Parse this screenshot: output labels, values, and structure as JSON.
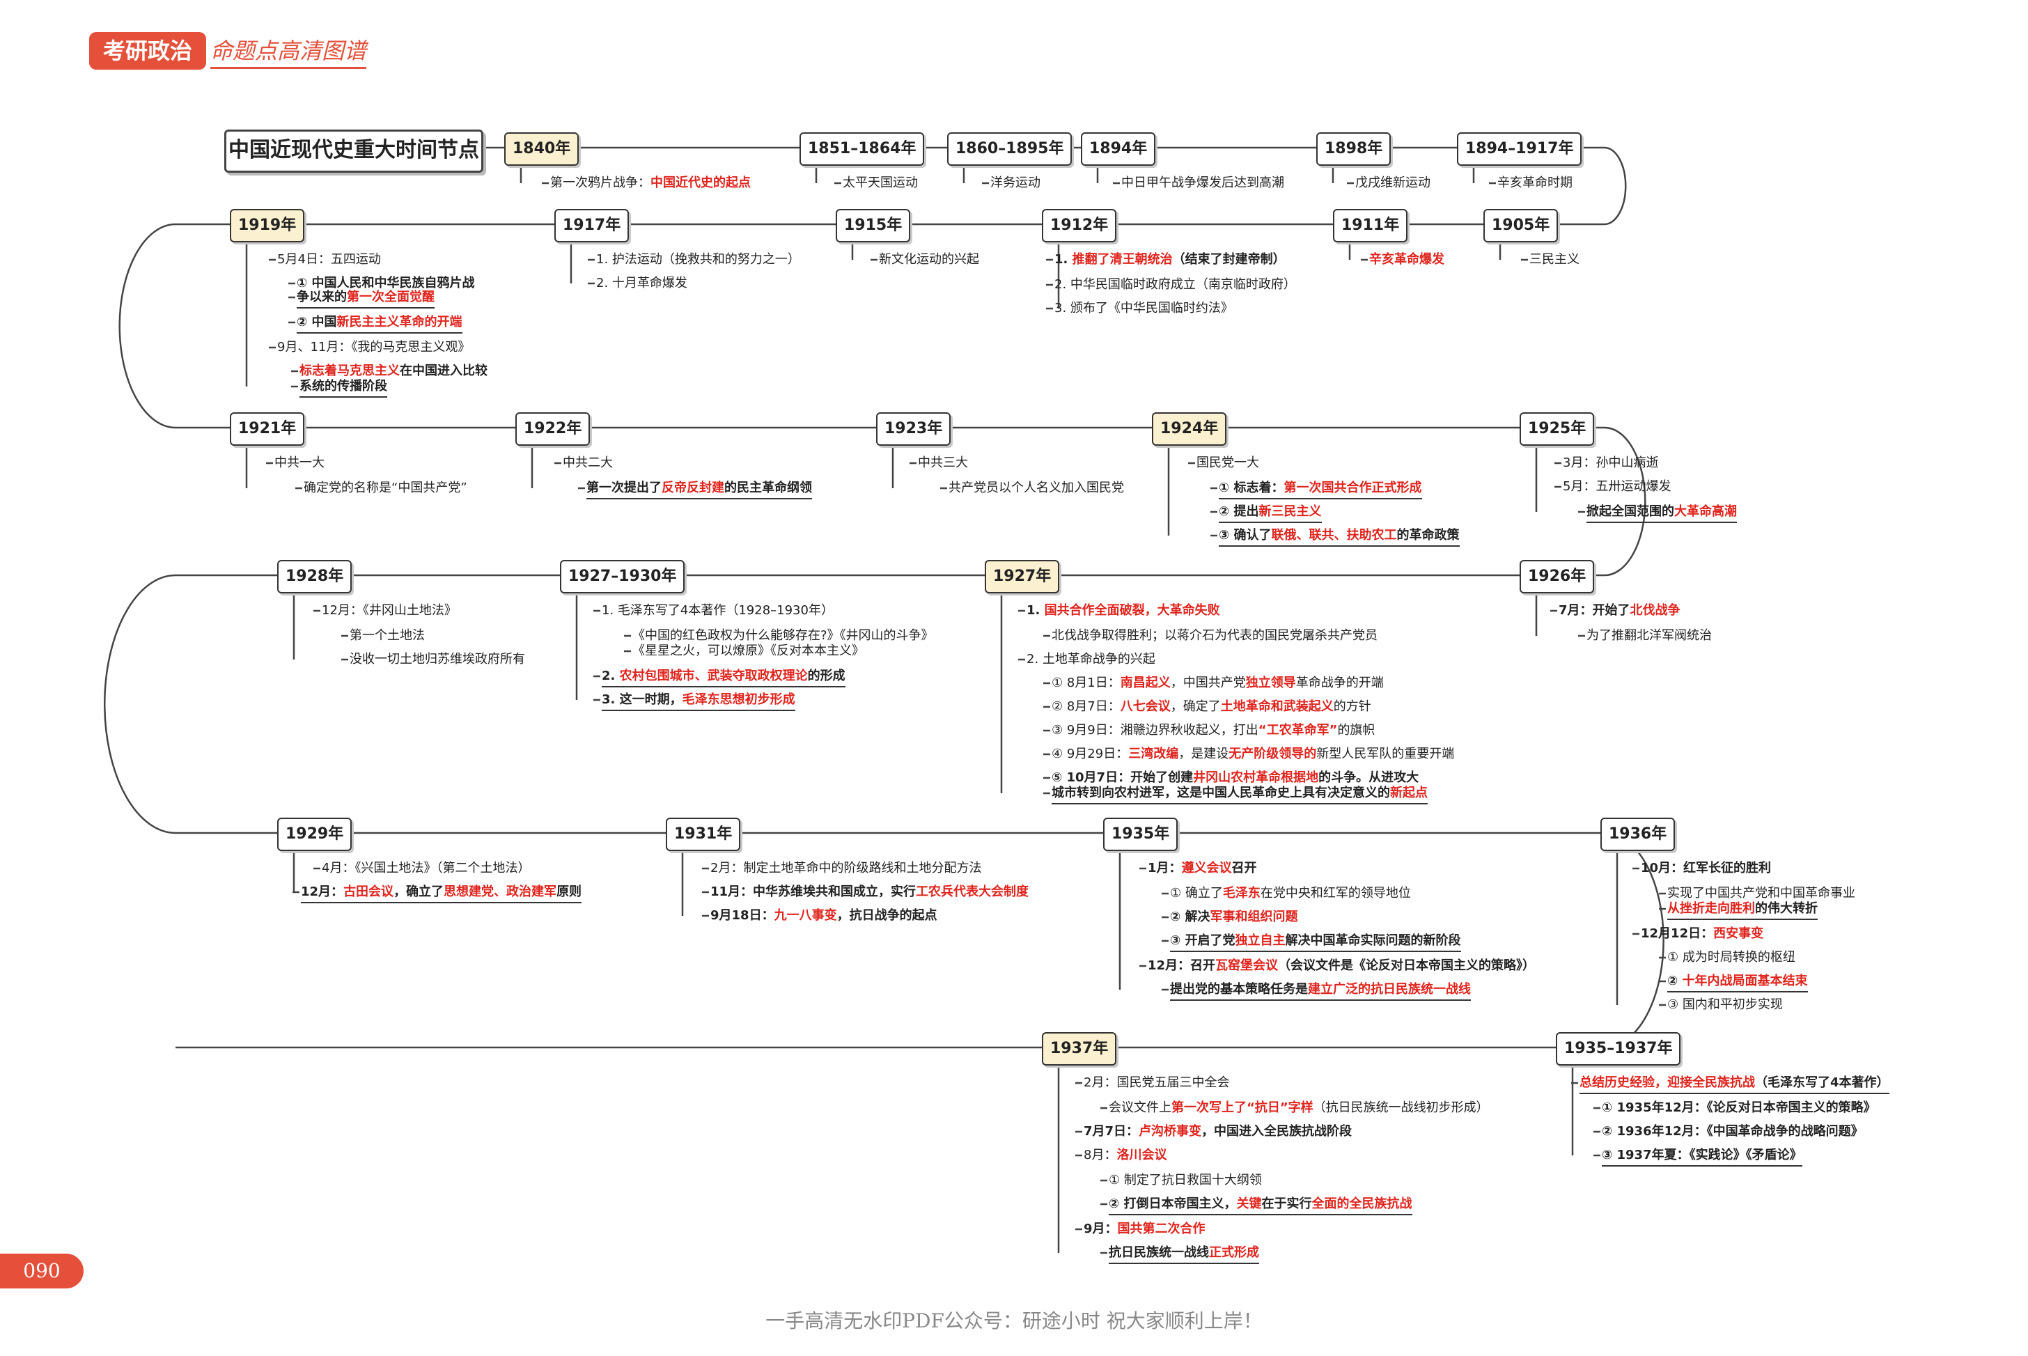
{
  "header": {
    "badge": "考研政治",
    "subtitle": "命题点高清图谱"
  },
  "title": "中国近现代史重大时间节点",
  "page_number": "090",
  "footer": "一手高清无水印PDF公众号：研途小时 祝大家顺利上岸！",
  "rows": [
    {
      "nodes": [
        {
          "year": "1840年",
          "lines": [
            "第一次鸦片战争：|中国近代史的起点"
          ]
        },
        {
          "year": "1851–1864年",
          "lines": [
            "太平天国运动"
          ]
        },
        {
          "year": "1860–1895年",
          "lines": [
            "洋务运动"
          ]
        },
        {
          "year": "1894年",
          "lines": [
            "中日甲午战争爆发后达到高潮"
          ]
        },
        {
          "year": "1898年",
          "lines": [
            "戊戌维新运动"
          ]
        },
        {
          "year": "1894–1917年",
          "lines": [
            "辛亥革命时期"
          ]
        }
      ]
    },
    {
      "nodes": [
        {
          "year": "1905年",
          "lines": [
            "三民主义"
          ]
        },
        {
          "year": "1911年",
          "lines": [
            "|辛亥革命爆发"
          ]
        },
        {
          "year": "1912年",
          "lines": [
            "1. |推翻了清王朝统治|（结束了封建帝制）",
            "2. 中华民国临时政府成立（南京临时政府）",
            "3. 颁布了《中华民国临时约法》"
          ]
        },
        {
          "year": "1915年",
          "lines": [
            "新文化运动的兴起"
          ]
        },
        {
          "year": "1917年",
          "lines": [
            "1. 护法运动（挽救共和的努力之一）",
            "2. 十月革命爆发"
          ]
        },
        {
          "year": "1919年",
          "lines": [
            "5月4日：五四运动",
            "① 中国人民和中华民族自鸦片战",
            "争以来的|第一次全面觉醒",
            "② 中国|新民主主义革命的开端",
            "9月、11月：《我的马克思主义观》",
            "|标志着马克思主义|在中国进入比较",
            "系统的传播阶段"
          ]
        }
      ]
    },
    {
      "nodes": [
        {
          "year": "1921年",
          "lines": [
            "中共一大",
            "确定党的名称是“中国共产党”"
          ]
        },
        {
          "year": "1922年",
          "lines": [
            "中共二大",
            "第一次提出了|反帝反封建|的民主革命纲领"
          ]
        },
        {
          "year": "1923年",
          "lines": [
            "中共三大",
            "共产党员以个人名义加入国民党"
          ]
        },
        {
          "year": "1924年",
          "lines": [
            "国民党一大",
            "① 标志着：|第一次国共合作正式形成",
            "② 提出|新三民主义",
            "③ 确认了|联俄、联共、扶助农工|的革命政策"
          ]
        },
        {
          "year": "1925年",
          "lines": [
            "3月：孙中山病逝",
            "5月：五卅运动爆发",
            "掀起全国范围的|大革命高潮"
          ]
        }
      ]
    },
    {
      "nodes": [
        {
          "year": "1926年",
          "lines": [
            "7月：开始了|北伐战争",
            "为了推翻北洋军阀统治"
          ]
        },
        {
          "year": "1927年",
          "lines": [
            "1. |国共合作全面破裂，大革命失败",
            "北伐战争取得胜利；以蒋介石为代表的国民党屠杀共产党员",
            "2. 土地革命战争的兴起",
            "① 8月1日：|南昌起义|，中国共产党|独立领导|革命战争的开端",
            "② 8月7日：|八七会议|，确定了|土地革命和武装起义|的方针",
            "③ 9月9日：湘赣边界秋收起义，打出|“工农革命军”|的旗帜",
            "④ 9月29日：|三湾改编|，是建设|无产阶级领导的|新型人民军队的重要开端",
            "⑤ 10月7日：开始了创建|井冈山农村革命根据地|的斗争。从进攻大",
            "城市转到向农村进军，这是中国人民革命史上具有决定意义的|新起点"
          ]
        },
        {
          "year": "1927–1930年",
          "lines": [
            "1. 毛泽东写了4本著作（1928–1930年）",
            "《中国的红色政权为什么能够存在?》《井冈山的斗争》",
            "《星星之火，可以燎原》《反对本本主义》",
            "2. |农村包围城市、武装夺取政权理论|的形成",
            "3. 这一时期，|毛泽东思想初步形成"
          ]
        },
        {
          "year": "1928年",
          "lines": [
            "12月：《井冈山土地法》",
            "第一个土地法",
            "没收一切土地归苏维埃政府所有"
          ]
        }
      ]
    },
    {
      "nodes": [
        {
          "year": "1929年",
          "lines": [
            "4月：《兴国土地法》（第二个土地法）",
            "12月：|古田会议|，确立了|思想建党、政治建军|原则"
          ]
        },
        {
          "year": "1931年",
          "lines": [
            "2月：制定土地革命中的阶级路线和土地分配方法",
            "11月：中华苏维埃共和国成立，实行|工农兵代表大会制度",
            "9月18日：|九一八事变|，抗日战争的起点"
          ]
        },
        {
          "year": "1935年",
          "lines": [
            "1月：|遵义会议|召开",
            "① 确立了|毛泽东|在党中央和红军的领导地位",
            "② 解决|军事和组织问题",
            "③ 开启了党|独立自主|解决中国革命实际问题的新阶段",
            "12月：召开|瓦窑堡会议|（会议文件是《论反对日本帝国主义的策略》）",
            "提出党的基本策略任务是|建立广泛的抗日民族统一战线"
          ]
        },
        {
          "year": "1936年",
          "lines": [
            "10月：红军长征的胜利",
            "实现了中国共产党和中国革命事业",
            "|从挫折走向胜利|的伟大转折",
            "12月12日：|西安事变",
            "① 成为时局转换的枢纽",
            "② |十年内战局面基本结束",
            "③ 国内和平初步实现"
          ]
        }
      ]
    },
    {
      "nodes": [
        {
          "year": "1935–1937年",
          "lines": [
            "|总结历史经验，迎接全民族抗战|（毛泽东写了4本著作）",
            "① 1935年12月：《论反对日本帝国主义的策略》",
            "② 1936年12月：《中国革命战争的战略问题》",
            "③ 1937年夏：《实践论》《矛盾论》"
          ]
        },
        {
          "year": "1937年",
          "lines": [
            "2月：国民党五届三中全会",
            "会议文件上|第一次写上了“抗日”字样|（抗日民族统一战线初步形成）",
            "7月7日：|卢沟桥事变|，中国进入全民族抗战阶段",
            "8月：|洛川会议",
            "① 制定了抗日救国十大纲领",
            "② 打倒日本帝国主义，|关键|在于实行|全面的全民族抗战",
            "9月：|国共第二次合作",
            "抗日民族统一战线|正式形成"
          ]
        }
      ]
    }
  ]
}
